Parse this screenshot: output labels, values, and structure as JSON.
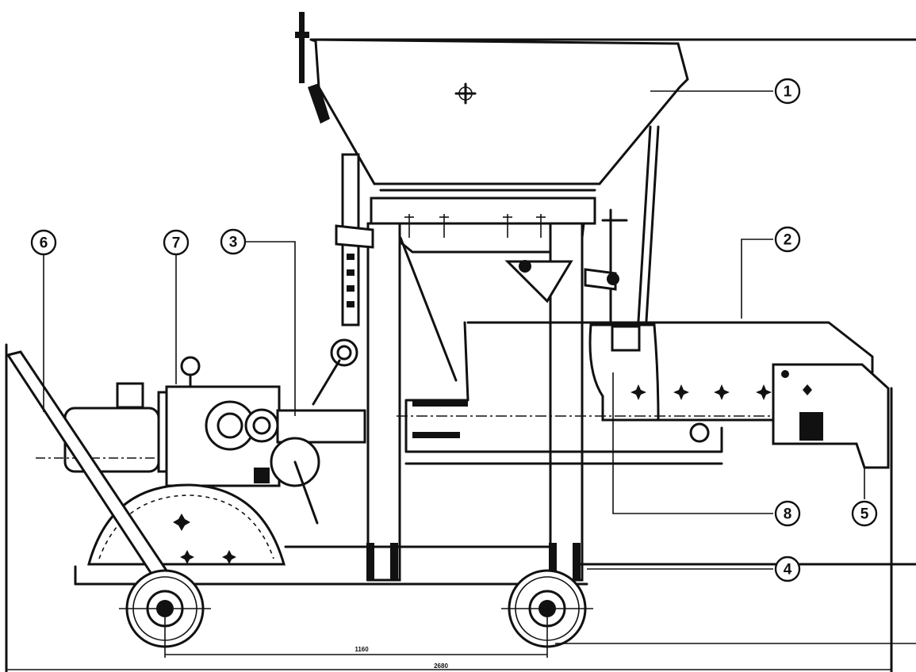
{
  "callouts": [
    {
      "id": "c1",
      "label": "1"
    },
    {
      "id": "c2",
      "label": "2"
    },
    {
      "id": "c3",
      "label": "3"
    },
    {
      "id": "c4",
      "label": "4"
    },
    {
      "id": "c5",
      "label": "5"
    },
    {
      "id": "c6",
      "label": "6"
    },
    {
      "id": "c7",
      "label": "7"
    },
    {
      "id": "c8",
      "label": "8"
    }
  ],
  "dimensions": {
    "wheelbase": "1160",
    "overall_length": "2680"
  },
  "colors": {
    "line": "#111111",
    "background": "#ffffff"
  }
}
